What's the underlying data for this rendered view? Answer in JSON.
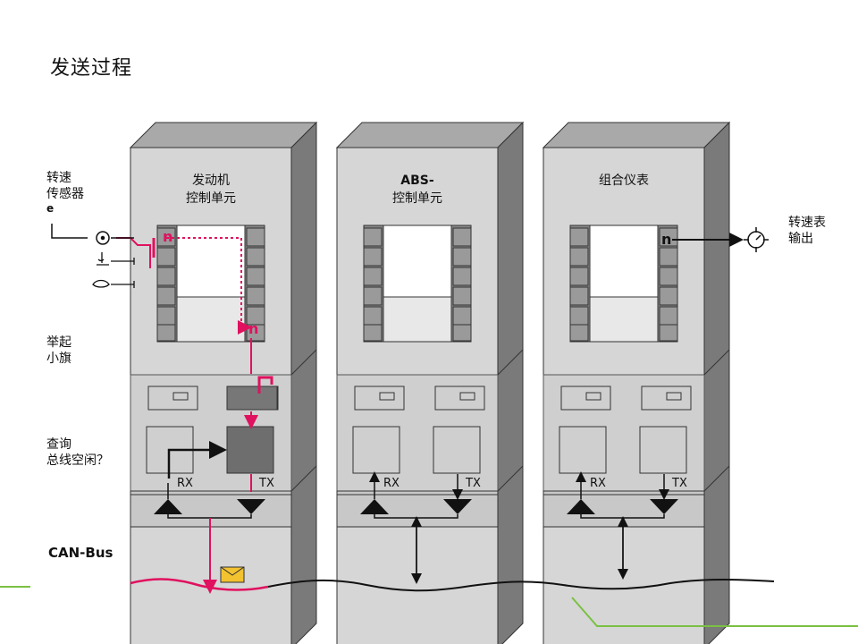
{
  "slide": {
    "title": "发送过程"
  },
  "labels": {
    "speed_sensor": [
      "转速",
      "传感器"
    ],
    "sensor_letter": "e",
    "raise_flag": [
      "举起",
      "小旗"
    ],
    "query_bus": [
      "查询",
      "总线空闲？"
    ],
    "can_bus": "CAN-Bus",
    "tacho_output": [
      "转速表",
      "输出"
    ]
  },
  "units": [
    {
      "title_line1": "发动机",
      "title_line2": "控制单元",
      "rx": "RX",
      "tx": "TX"
    },
    {
      "title_line1": "ABS-",
      "title_line2": "控制单元",
      "rx": "RX",
      "tx": "TX"
    },
    {
      "title_line1": "组合仪表",
      "title_line2": "",
      "rx": "RX",
      "tx": "TX"
    }
  ],
  "message_letter": "n",
  "colors": {
    "accent_pink": "#e0115f",
    "panel_face": "#d6d6d6",
    "panel_side": "#7a7a7a",
    "panel_top": "#a9a9a9",
    "green_deco": "#7ac143"
  }
}
